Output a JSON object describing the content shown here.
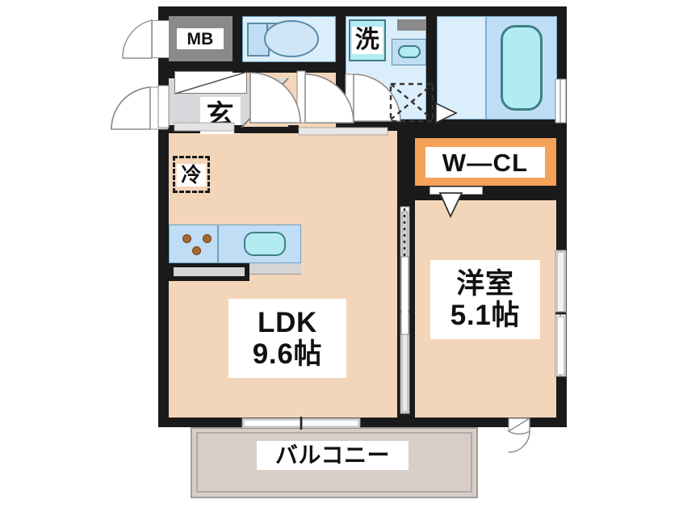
{
  "plan": {
    "title": "賃貸アパート間取り図",
    "unit_label": "帖",
    "colors": {
      "wall": "#1a1a1a",
      "floor": "#f3d6b9",
      "entry": "#d8d8dc",
      "water": "#bfdef5",
      "water_pale": "#dbeefb",
      "tub": "#b3ebf2",
      "closet_band": "#f5a259",
      "balcony": "#d8cec7",
      "mb_box": "#8a8a8a"
    }
  },
  "rooms": [
    {
      "key": "mb",
      "label": "MB",
      "type": "meter-box"
    },
    {
      "key": "toilet",
      "label": "",
      "type": "toilet"
    },
    {
      "key": "washer",
      "label": "洗",
      "type": "washroom"
    },
    {
      "key": "bath",
      "label": "",
      "type": "bath"
    },
    {
      "key": "entrance",
      "label": "玄",
      "type": "entrance"
    },
    {
      "key": "fridge",
      "label": "冷",
      "type": "fridge-space"
    },
    {
      "key": "wcl",
      "label": "W—CL",
      "type": "walk-in-closet"
    },
    {
      "key": "ldk",
      "label_main": "LDK",
      "label_size": "9.6帖",
      "type": "living-dining-kitchen"
    },
    {
      "key": "bedroom",
      "label_main": "洋室",
      "label_size": "5.1帖",
      "type": "western-room"
    },
    {
      "key": "balcony",
      "label": "バルコニー",
      "type": "balcony"
    }
  ],
  "labels": {
    "mb": "MB",
    "washer": "洗",
    "entrance": "玄",
    "fridge": "冷",
    "wcl": "W—CL",
    "ldk_name": "LDK",
    "ldk_area": "9.6帖",
    "bedroom_name": "洋室",
    "bedroom_area": "5.1帖",
    "balcony": "バルコニー"
  },
  "fixtures": [
    {
      "name": "toilet-bowl",
      "room": "toilet"
    },
    {
      "name": "toilet-tank",
      "room": "toilet"
    },
    {
      "name": "washbasin",
      "room": "washer"
    },
    {
      "name": "washer-space",
      "room": "washer"
    },
    {
      "name": "bathtub",
      "room": "bath"
    },
    {
      "name": "wash-area",
      "room": "bath"
    },
    {
      "name": "gas-stove-3burner",
      "room": "ldk"
    },
    {
      "name": "kitchen-sink",
      "room": "ldk"
    },
    {
      "name": "refrigerator-space",
      "room": "ldk"
    }
  ],
  "openings": [
    {
      "name": "entrance-door",
      "style": "swing"
    },
    {
      "name": "mb-door",
      "style": "swing"
    },
    {
      "name": "toilet-door",
      "style": "swing"
    },
    {
      "name": "washroom-door",
      "style": "swing"
    },
    {
      "name": "bath-door",
      "style": "folding"
    },
    {
      "name": "hall-door",
      "style": "swing"
    },
    {
      "name": "bedroom-sliding-door",
      "style": "sliding"
    },
    {
      "name": "wcl-door",
      "style": "folding"
    },
    {
      "name": "balcony-sliding-window",
      "style": "sliding-window"
    },
    {
      "name": "bedroom-balcony-door",
      "style": "swing"
    },
    {
      "name": "bedroom-window-left",
      "style": "window"
    },
    {
      "name": "bedroom-window-right",
      "style": "window"
    },
    {
      "name": "bath-window",
      "style": "window"
    },
    {
      "name": "ldk-window-left",
      "style": "window"
    }
  ]
}
